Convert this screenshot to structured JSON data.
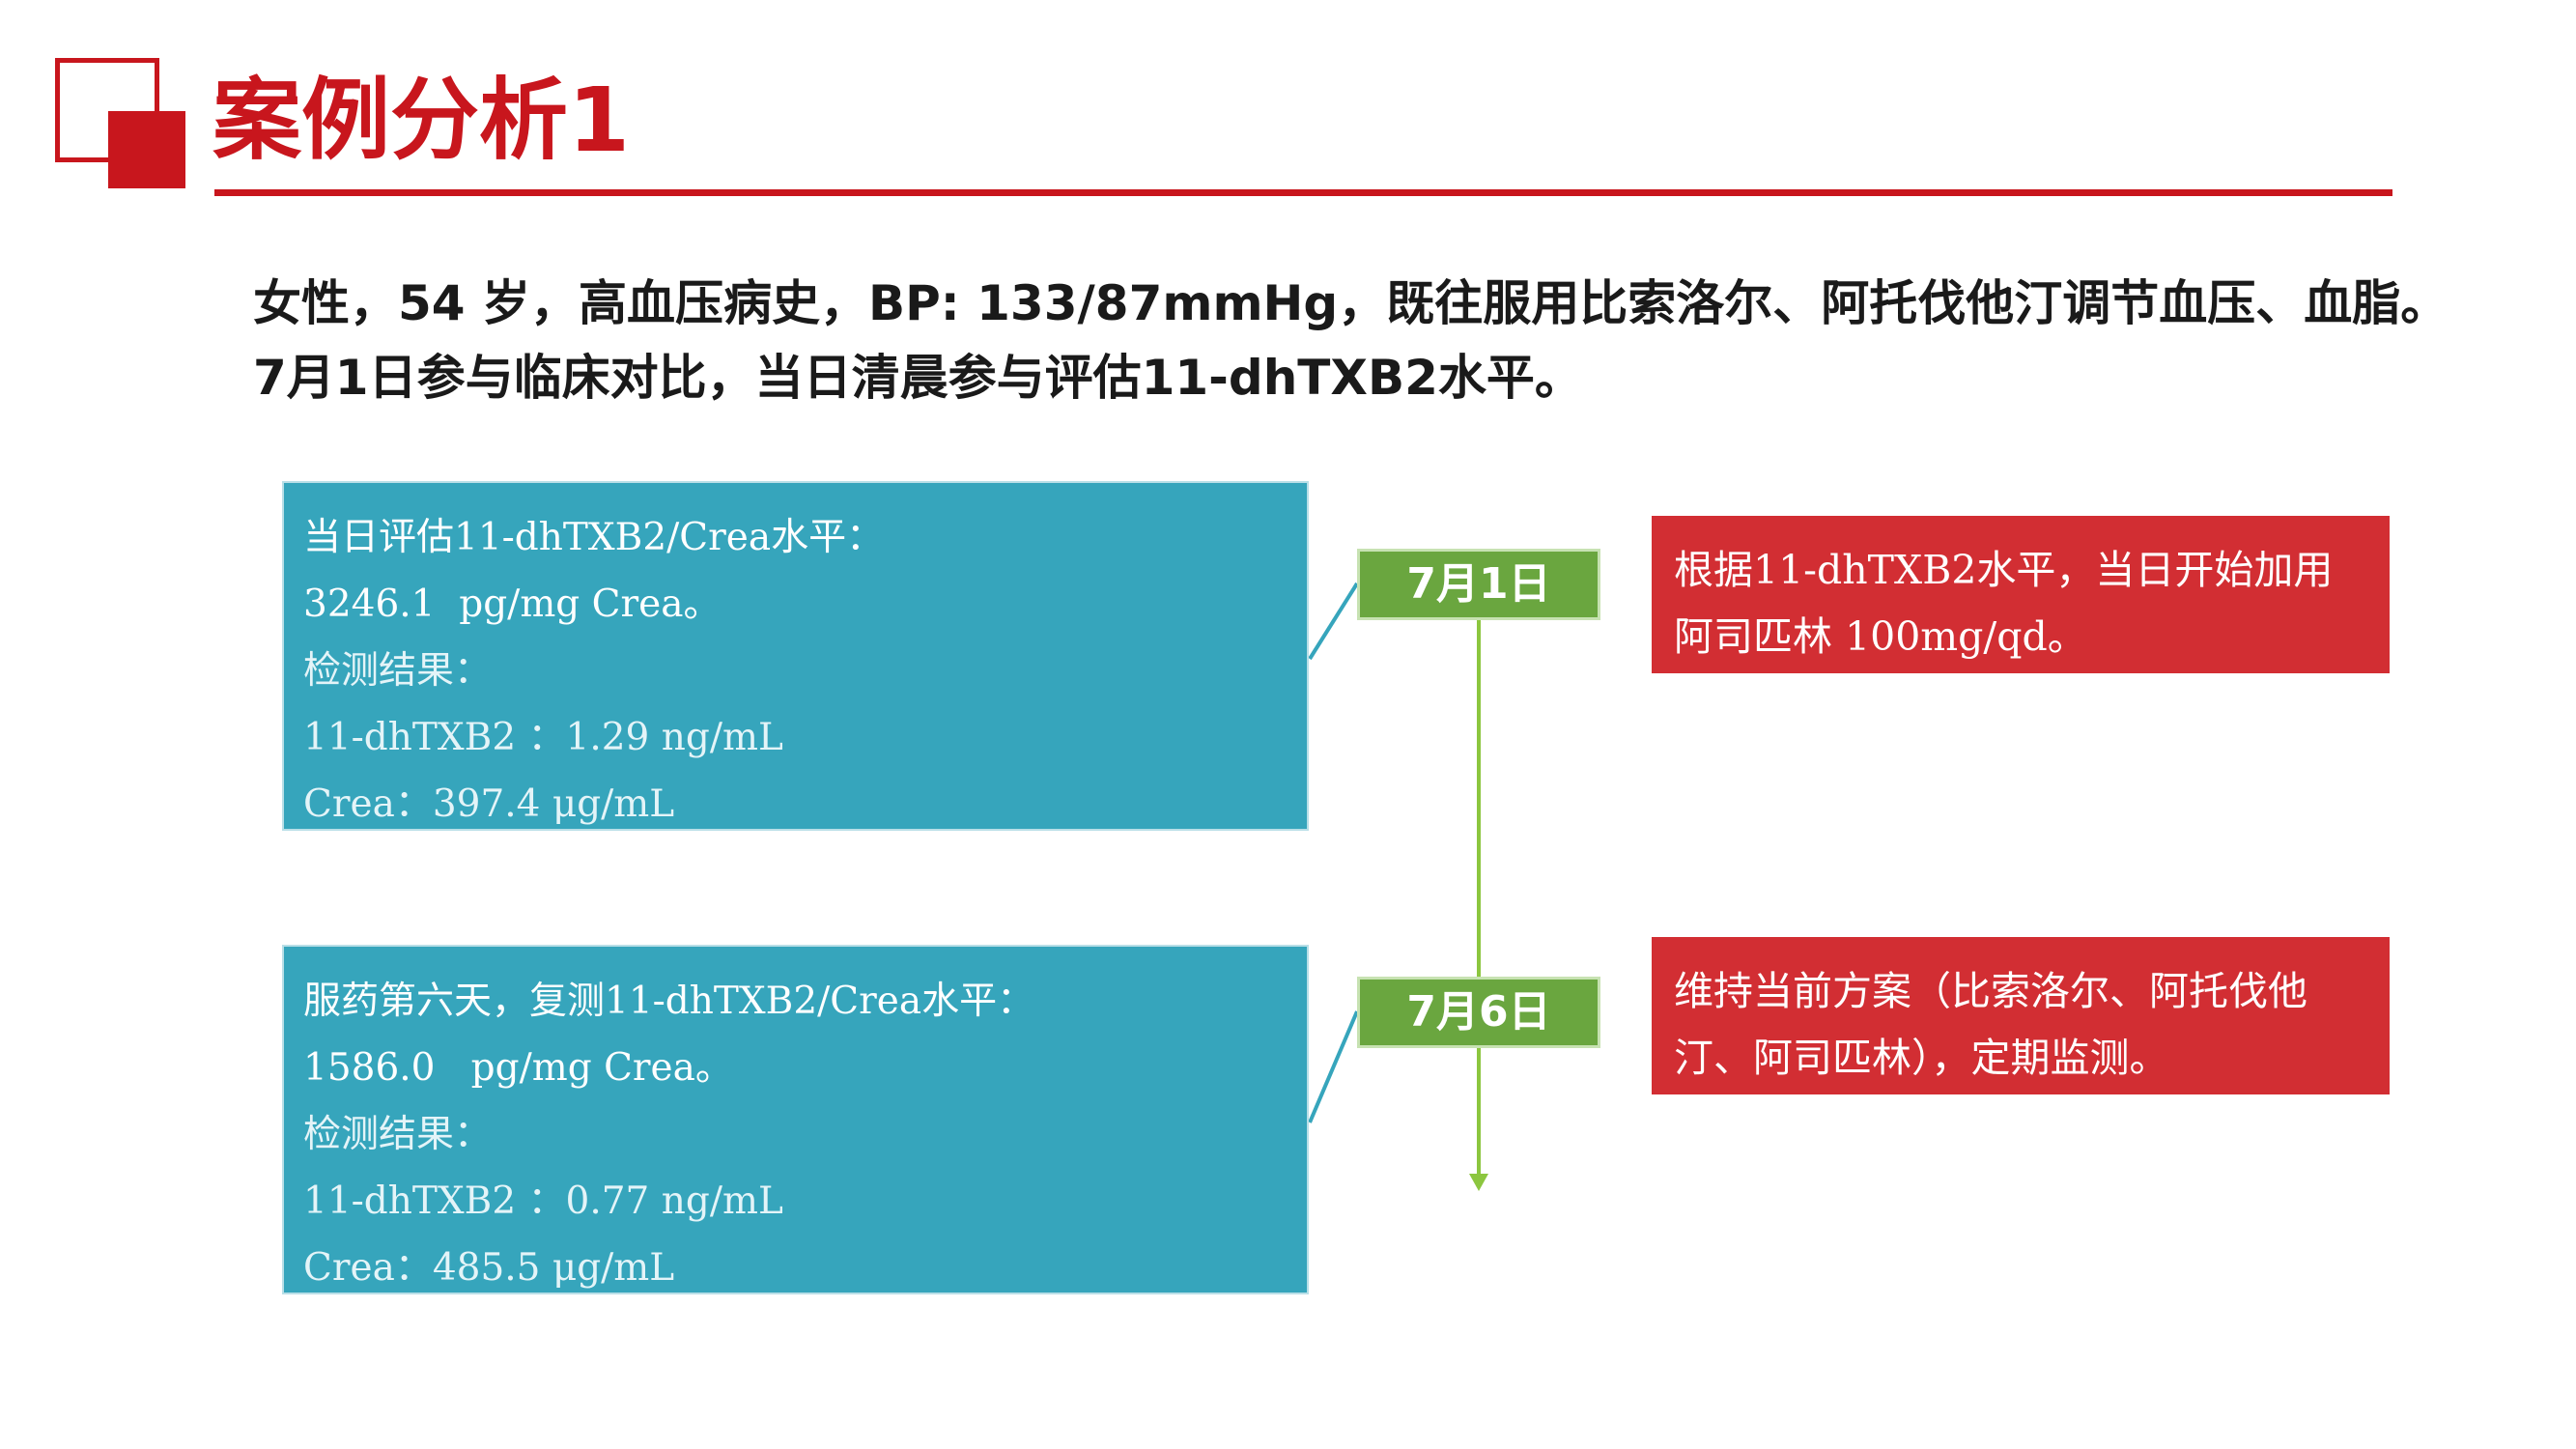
{
  "header": {
    "title": "案例分析1"
  },
  "intro": {
    "line1": "女性，54 岁，高血压病史，BP: 133/87mmHg，既往服用比索洛尔、阿托伐他汀调节血压、血脂。",
    "line2": "7月1日参与临床对比，当日清晨参与评估11-dhTXB2水平。"
  },
  "timeline": {
    "events": [
      {
        "date": "7月1日",
        "lab": {
          "heading": "当日评估11-dhTXB2/Crea水平：",
          "ratio": "3246.1  pg/mg Crea。",
          "result_label": "检测结果：",
          "dhtxb2": "11-dhTXB2 ：1.29 ng/mL",
          "crea": "Crea：397.4 μg/mL"
        },
        "note": {
          "line1": "根据11-dhTXB2水平，当日开始加用",
          "line2": "阿司匹林 100mg/qd。"
        }
      },
      {
        "date": "7月6日",
        "lab": {
          "heading": "服药第六天，复测11-dhTXB2/Crea水平：",
          "ratio": "1586.0   pg/mg Crea。",
          "result_label": "检测结果：",
          "dhtxb2": "11-dhTXB2 ：0.77 ng/mL",
          "crea": "Crea：485.5 μg/mL"
        },
        "note": {
          "line1": "维持当前方案（比索洛尔、阿托伐他",
          "line2": "汀、阿司匹林），定期监测。"
        }
      }
    ]
  },
  "colors": {
    "brand_red": "#c8161d",
    "lab_box_teal": "#36a5bc",
    "date_green": "#6aa63f",
    "timeline_green": "#8cc63f",
    "note_red": "#d22e33"
  }
}
